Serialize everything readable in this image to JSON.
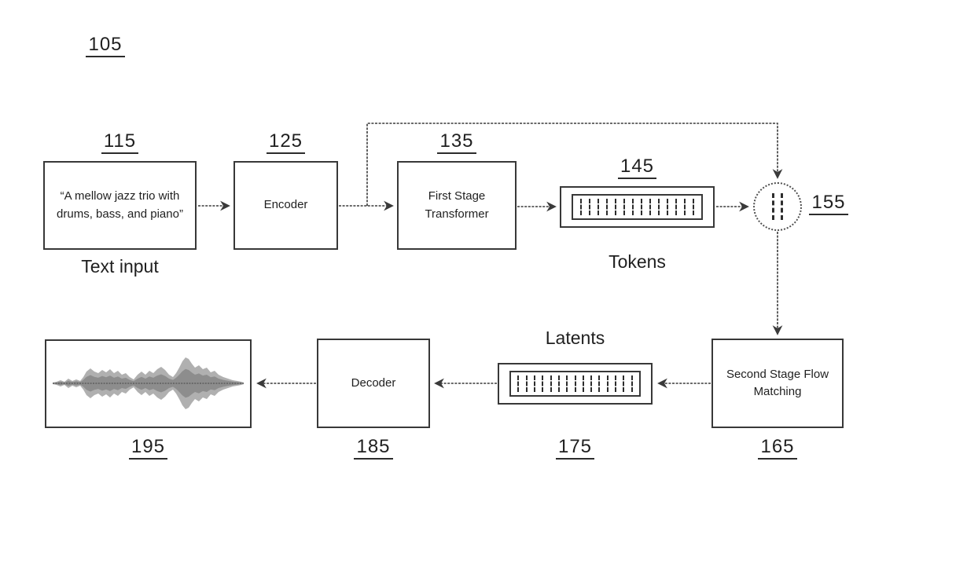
{
  "figure": {
    "label": "105"
  },
  "text_input": {
    "ref": "115",
    "quote": "“A mellow jazz trio with drums, bass, and piano”",
    "caption": "Text input"
  },
  "encoder": {
    "ref": "125",
    "label": "Encoder"
  },
  "first_stage_transformer": {
    "ref": "135",
    "label": "First Stage Transformer"
  },
  "tokens": {
    "ref": "145",
    "caption": "Tokens",
    "bar_count": 14
  },
  "concat_node": {
    "ref": "155",
    "icon": "concatenate-bars"
  },
  "second_stage_flow_matching": {
    "ref": "165",
    "label": "Second Stage Flow Matching"
  },
  "latents": {
    "ref": "175",
    "caption": "Latents",
    "bar_count": 15
  },
  "decoder": {
    "ref": "185",
    "label": "Decoder"
  },
  "audio_output": {
    "ref": "195",
    "icon": "audio-waveform"
  },
  "colors": {
    "line": "#3a3a3a",
    "border": "#383838",
    "text": "#1f1f1f",
    "waveform_fill": "#b0b0b0",
    "waveform_core": "#8d8d8d"
  }
}
